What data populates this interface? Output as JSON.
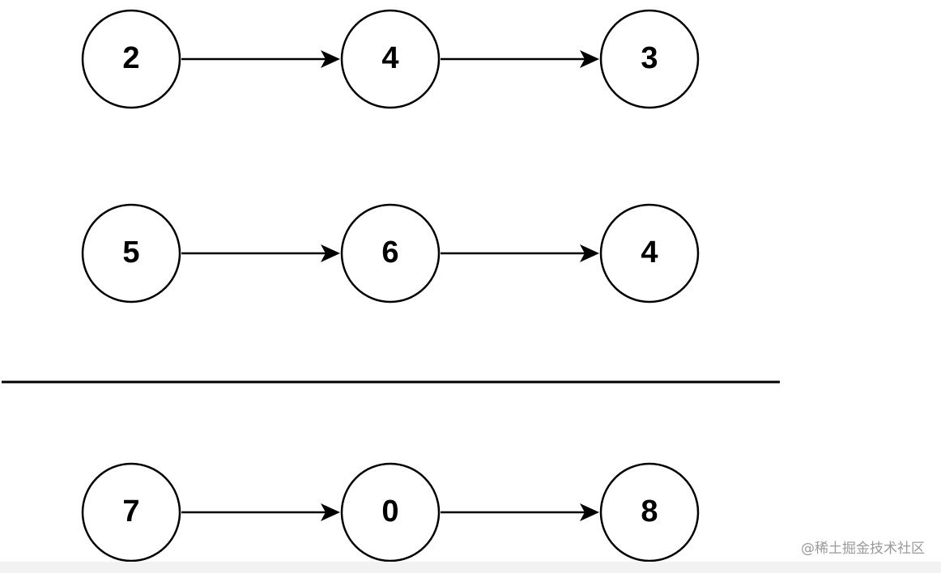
{
  "diagram": {
    "rows": [
      {
        "nodes": [
          "2",
          "4",
          "3"
        ]
      },
      {
        "nodes": [
          "5",
          "6",
          "4"
        ]
      },
      {
        "nodes": [
          "7",
          "0",
          "8"
        ]
      }
    ]
  },
  "watermark": "@稀土掘金技术社区"
}
